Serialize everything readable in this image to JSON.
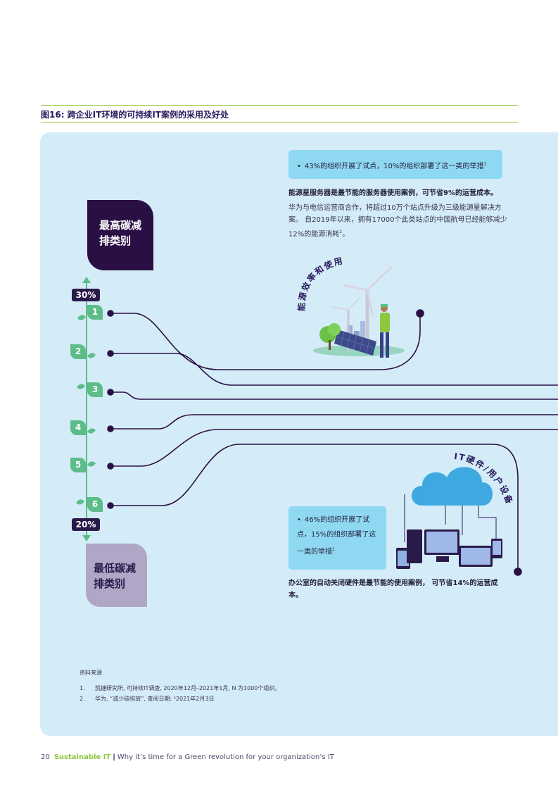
{
  "figure_title": "图16: 跨企业IT环境的可持续IT案例的采用及好处",
  "category_high": [
    "最高碳减",
    "排类别"
  ],
  "category_low": [
    "最低碳减",
    "排类别"
  ],
  "pct_high": "30%",
  "pct_low": "20%",
  "numbers": [
    "1",
    "2",
    "3",
    "4",
    "5",
    "6"
  ],
  "section_energy": "能源效率和使用",
  "section_hardware": "IT硬件/用户设备",
  "callout_top": {
    "bullet": "•",
    "text": "43%的组织开展了试点，10%的组织部署了这一类的举措",
    "sup": "1"
  },
  "headline_top": "能源星服务器是最节能的服务器使用案例，可节省9%的运营成本。",
  "body_top": "华为与电信运营商合作，将超过10万个站点升级为三级能源星解决方案。 自2019年以来，拥有17000个此类站点的中国航母已经能够减少12%的能源消耗",
  "body_top_sup": "2",
  "body_top_end": "。",
  "callout_bottom": {
    "bullet": "•",
    "text": "46%的组织开展了试点，15%的组织部署了这一类的举措",
    "sup": "1"
  },
  "headline_bottom": "办公室的自动关闭硬件是最节能的使用案例， 可节省14%的运营成本。",
  "sources_title": "资料来源",
  "sources": [
    {
      "n": "1.",
      "text": "凯捷研究所, 可持续IT调查, 2020年12月–2021年1月, N 为1000个组织。"
    },
    {
      "n": "2.",
      "text": "华为, “减少碳排放”, 查阅日期: ²2021年2月3日"
    }
  ],
  "footer": {
    "page": "20",
    "brand": "Sustainable IT",
    "sep": "|",
    "tagline": "Why it’s time for a Green revolution for your organization’s IT"
  },
  "colors": {
    "accent_green": "#8dc63f",
    "navy": "#2a0f44",
    "panel": "#d4ecf8",
    "callout": "#8fd8f2",
    "leaf": "#5cbd89"
  }
}
